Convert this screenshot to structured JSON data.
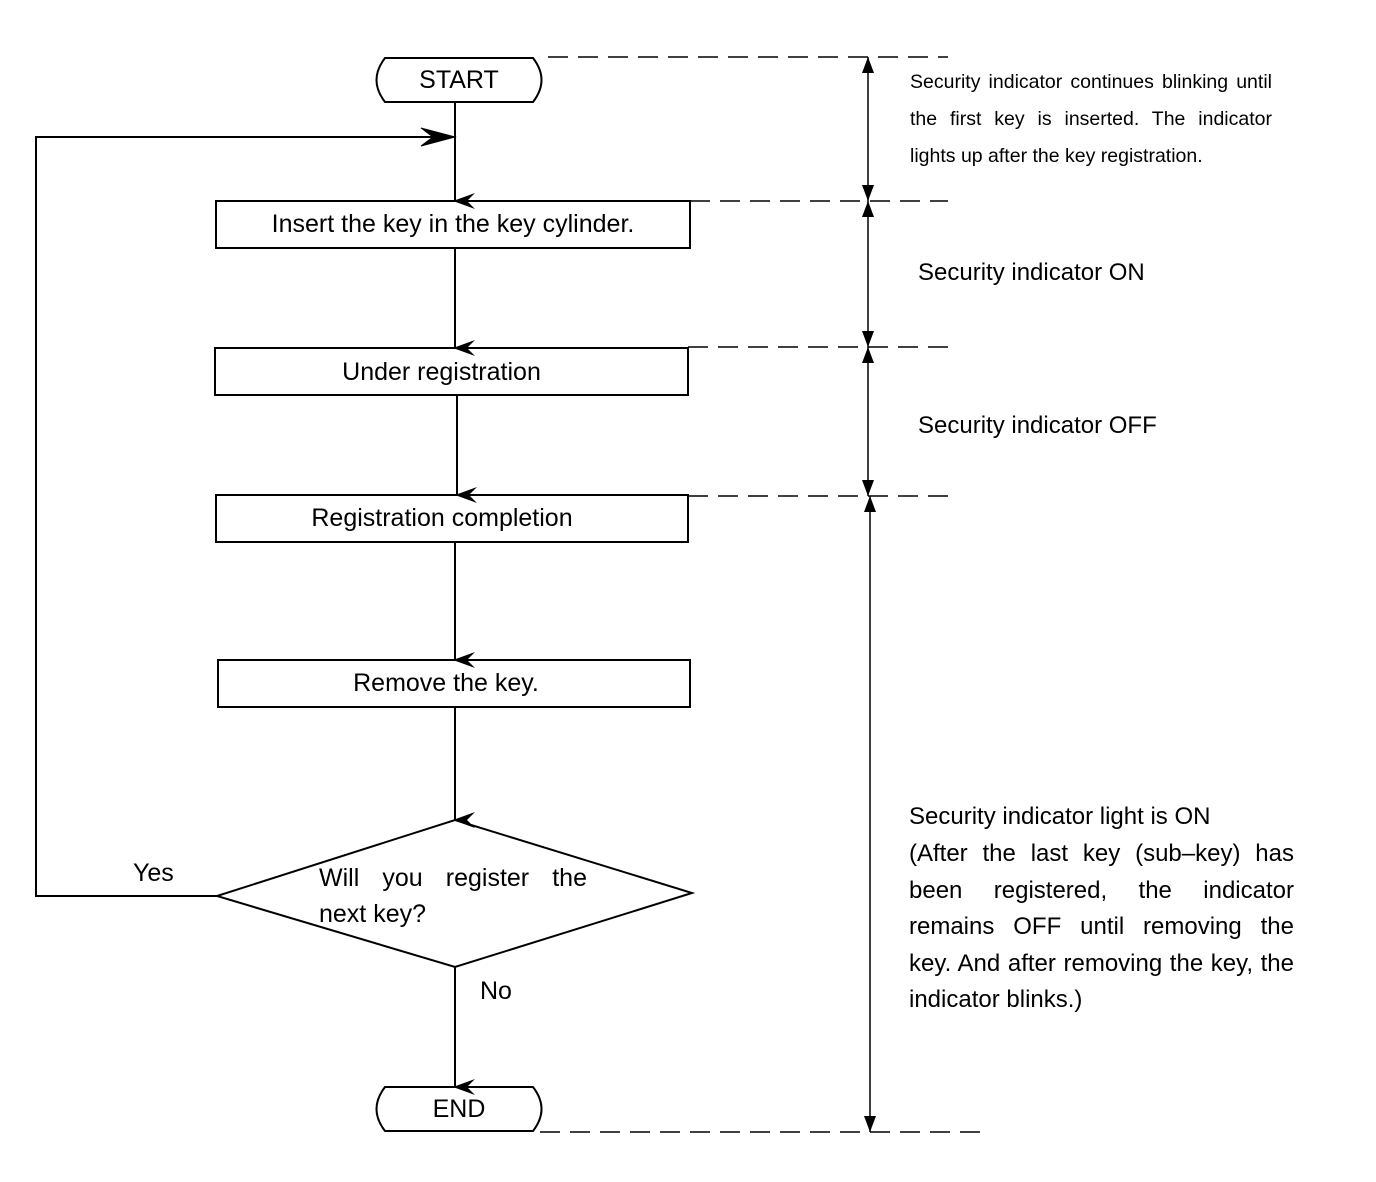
{
  "flowchart": {
    "start": "START",
    "step_insert": "Insert the key in the key cylinder.",
    "step_registration": "Under registration",
    "step_completion": "Registration completion",
    "step_remove": "Remove the key.",
    "decision": "Will you register the next key?",
    "yes_label": "Yes",
    "no_label": "No",
    "end": "END"
  },
  "notes": {
    "blinking": "Security indicator continues blinking until the first key is inserted. The indicator lights up after the key registration.",
    "on": "Security indicator ON",
    "off": "Security indicator OFF",
    "light_on": "Security indicator light is ON",
    "light_on_detail": "(After the last key (sub–key) has been registered, the indicator remains OFF until removing the key. And after removing the key, the indicator blinks.)"
  }
}
